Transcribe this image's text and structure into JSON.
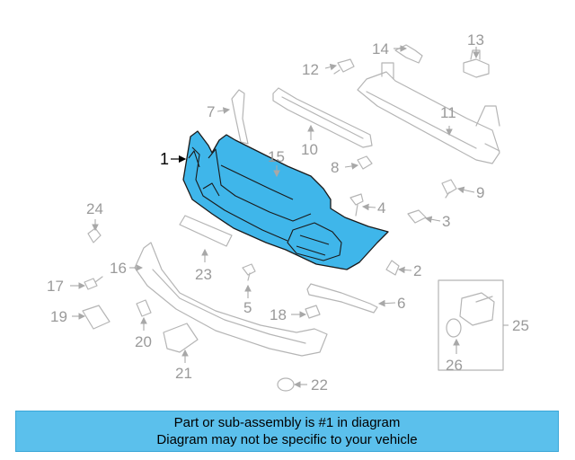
{
  "diagram": {
    "callouts": {
      "c1": "1",
      "c2": "2",
      "c3": "3",
      "c4": "4",
      "c5": "5",
      "c6": "6",
      "c7": "7",
      "c8": "8",
      "c9": "9",
      "c10": "10",
      "c11": "11",
      "c12": "12",
      "c13": "13",
      "c14": "14",
      "c15": "15",
      "c16": "16",
      "c17": "17",
      "c18": "18",
      "c19": "19",
      "c20": "20",
      "c21": "21",
      "c22": "22",
      "c23": "23",
      "c24": "24",
      "c25": "25",
      "c26": "26"
    },
    "highlight_color": "#3fb6ea"
  },
  "banner": {
    "line1": "Part or sub-assembly is #1 in diagram",
    "line2": "Diagram may not be specific to your vehicle",
    "background": "#5bc0ec"
  }
}
